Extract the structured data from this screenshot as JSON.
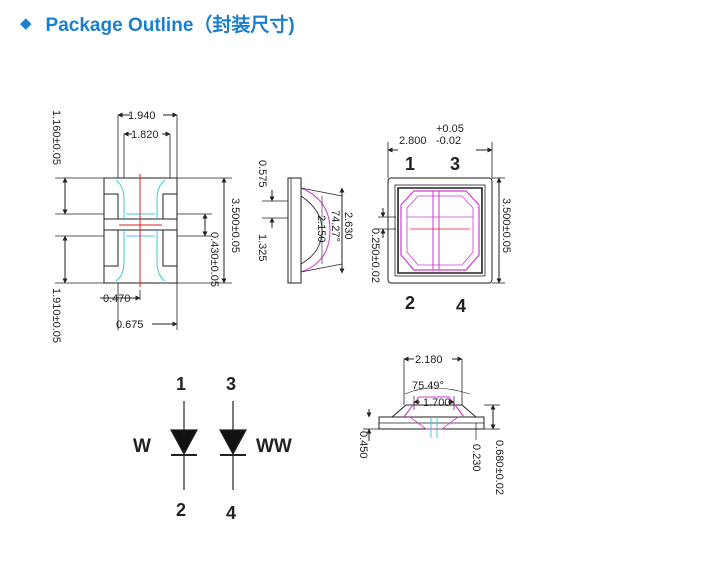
{
  "header": {
    "bullet": "◆",
    "title": "Package Outline（封装尺寸)"
  },
  "bottom_view": {
    "dim_top_outer": "1.940",
    "dim_top_inner": "1.820",
    "dim_left_top": "1.160±0.05",
    "dim_right_height": "3.500±0.05",
    "dim_gap": "0.430±0.05",
    "dim_left_bottom": "1.910±0.05",
    "dim_pad_a": "0.470",
    "dim_pad_b": "0.675"
  },
  "side_view": {
    "dim_a": "0.575",
    "dim_b": "1.325",
    "dim_c": "2.630",
    "dim_angle": "74.27°",
    "dim_d": "2.150"
  },
  "top_view": {
    "tol_plus": "+0.05",
    "dim_width": "2.800",
    "tol_minus": "-0.02",
    "dim_height": "3.500±0.05",
    "dim_inner": "0.250±0.02",
    "pin_1": "1",
    "pin_3": "3",
    "pin_2": "2",
    "pin_4": "4"
  },
  "front_view": {
    "dim_width": "2.180",
    "dim_angle": "75.49°",
    "dim_cup": "1.700",
    "dim_left": "0.450",
    "dim_mid": "0.230",
    "dim_right": "0.680±0.02"
  },
  "schematic": {
    "pin_1": "1",
    "pin_3": "3",
    "pin_2": "2",
    "pin_4": "4",
    "label_w": "W",
    "label_ww": "WW"
  },
  "colors": {
    "title": "#1a7fd0",
    "line": "#222222",
    "cyan": "#3cc8d8",
    "magenta": "#d23ad2",
    "red": "#e02020"
  }
}
